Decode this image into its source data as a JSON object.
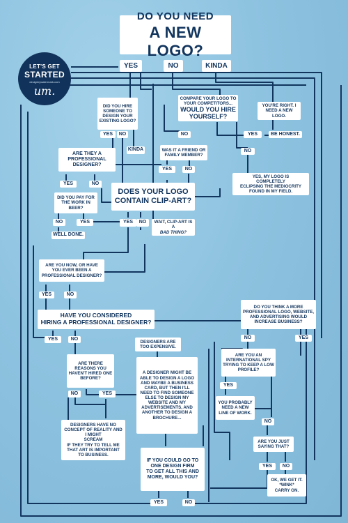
{
  "colors": {
    "background": "#8fc4e1",
    "box": "#ffffff",
    "text": "#12355e",
    "line": "#12355e"
  },
  "title": {
    "line1": "DO YOU NEED",
    "line2": "A NEW LOGO?"
  },
  "start": {
    "line1": "LET'S GET",
    "line2": "STARTED",
    "credit": "designbywatermark.com",
    "mark": "um."
  },
  "labels": {
    "yes": "YES",
    "no": "NO",
    "kinda": "KINDA",
    "hire_someone": "DID YOU HIRE SOMEONE TO DESIGN YOUR EXISTING LOGO?",
    "compare_a": "COMPARE YOUR LOGO TO YOUR COMPETITORS...",
    "compare_b": "WOULD YOU HIRE YOURSELF?",
    "youre_right": "YOU'RE RIGHT. I NEED A NEW LOGO.",
    "be_honest": "BE HONEST.",
    "professional": "ARE THEY A PROFESSIONAL DESIGNER?",
    "friend": "WAS IT A FRIEND OR FAMILY MEMBER?",
    "completely_a": "YES, MY LOGO IS",
    "completely_b": "COMPLETELY",
    "completely_c": "ECLIPSING THE MEDIOCRITY FOUND IN MY FIELD.",
    "clipart_a": "DOES YOUR LOGO",
    "clipart_b": "CONTAIN",
    "clipart_c": "CLIP-ART?",
    "beer": "DID YOU PAY FOR THE WORK IN BEER?",
    "well_done": "WELL DONE.",
    "wait_a": "WAIT, CLIP-ART IS A",
    "wait_b": "BAD THING?",
    "been_designer": "ARE YOU NOW, OR HAVE YOU EVER BEEN A PROFESSIONAL DESIGNER?",
    "considered_a": "HAVE YOU CONSIDERED",
    "considered_b": "HIRING A",
    "considered_c": "PROFESSIONAL DESIGNER",
    "considered_d": "?",
    "think_a": "DO YOU THINK A MORE PROFESSIONAL LOGO, WEBSITE, AND ADVERTISING WOULD",
    "think_b": "INCREASE BUSINESS",
    "think_c": "?",
    "expensive": "DESIGNERS ARE TOO EXPENSIVE.",
    "reasons": "ARE THERE REASONS YOU HAVEN'T HIRED ONE BEFORE?",
    "spy_a": "ARE YOU AN",
    "spy_b": "INTERNATIONAL SPY",
    "spy_c": "TRYING TO KEEP A LOW PROFILE?",
    "brochure": "A DESIGNER MIGHT BE ABLE TO DESIGN A LOGO AND MAYBE A BUSINESS CARD, BUT THEN I'LL NEED TO FIND SOMEONE ELSE TO DESIGN MY WEBSITE AND MY ADVERTISEMENTS, AND ANOTHER TO DESIGN A BROCHURE...",
    "new_line": "YOU PROBABLY NEED A NEW LINE OF WORK.",
    "beauty_a": "DESIGNERS HAVE NO CONCEPT OF REALITY AND I MIGHT",
    "beauty_b": "SCREAM",
    "beauty_c": "IF THEY TRY TO TELL ME THAT ART IS IMPORTANT TO BUSINESS.",
    "just_saying": "ARE YOU JUST SAYING THAT?",
    "one_firm_a": "IF YOU COULD GO TO",
    "one_firm_b": "ONE DESIGN FIRM",
    "one_firm_c": "TO GET ALL THIS AND MORE, WOULD YOU?",
    "wink_a": "OK, WE GET IT.",
    "wink_b": "*WINK*",
    "wink_c": "CARRY ON."
  }
}
